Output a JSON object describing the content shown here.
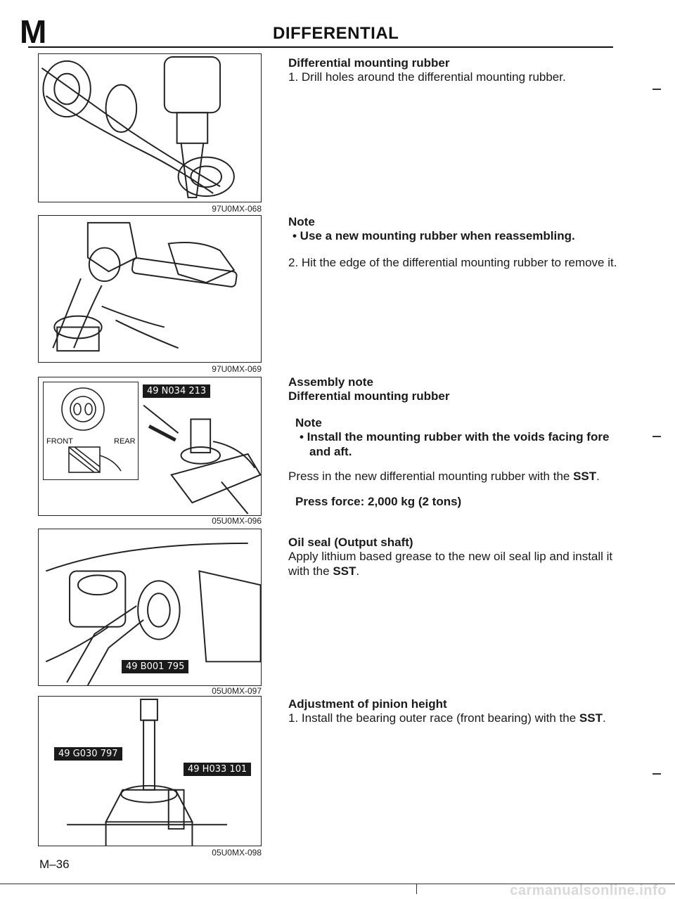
{
  "header": {
    "section_letter": "M",
    "title": "DIFFERENTIAL"
  },
  "figures": [
    {
      "code": "97U0MX-068"
    },
    {
      "code": "97U0MX-069"
    },
    {
      "code": "05U0MX-096",
      "sst": [
        "49 N034 213"
      ],
      "inset": {
        "front": "FRONT",
        "rear": "REAR"
      }
    },
    {
      "code": "05U0MX-097",
      "sst": [
        "49 B001 795"
      ]
    },
    {
      "code": "05U0MX-098",
      "sst": [
        "49 G030 797",
        "49 H033 101"
      ]
    }
  ],
  "sections": {
    "mounting_rubber": {
      "heading": "Differential mounting rubber",
      "step1": "1. Drill holes around the differential mounting rubber.",
      "note_label": "Note",
      "note_bullet": "• Use a new mounting rubber when reassembling.",
      "step2": "2. Hit the edge of the differential mounting rubber to remove it."
    },
    "assembly": {
      "heading1": "Assembly note",
      "heading2": "Differential mounting rubber",
      "note_label": "Note",
      "note_bullet": "• Install the mounting rubber with the voids facing fore and aft.",
      "text_prefix": "Press in the new differential mounting rubber with the ",
      "text_bold": "SST",
      "text_suffix": ".",
      "force": "Press force: 2,000 kg (2 tons)"
    },
    "oil_seal": {
      "heading": "Oil seal (Output shaft)",
      "text_prefix": "Apply lithium based grease to the new oil seal lip and install it with the ",
      "text_bold": "SST",
      "text_suffix": "."
    },
    "pinion": {
      "heading": "Adjustment of pinion height",
      "text_prefix": "1. Install the bearing outer race (front bearing) with the ",
      "text_bold": "SST",
      "text_suffix": "."
    }
  },
  "footer": {
    "page_number": "M–36",
    "watermark": "carmanualsonline.info"
  }
}
